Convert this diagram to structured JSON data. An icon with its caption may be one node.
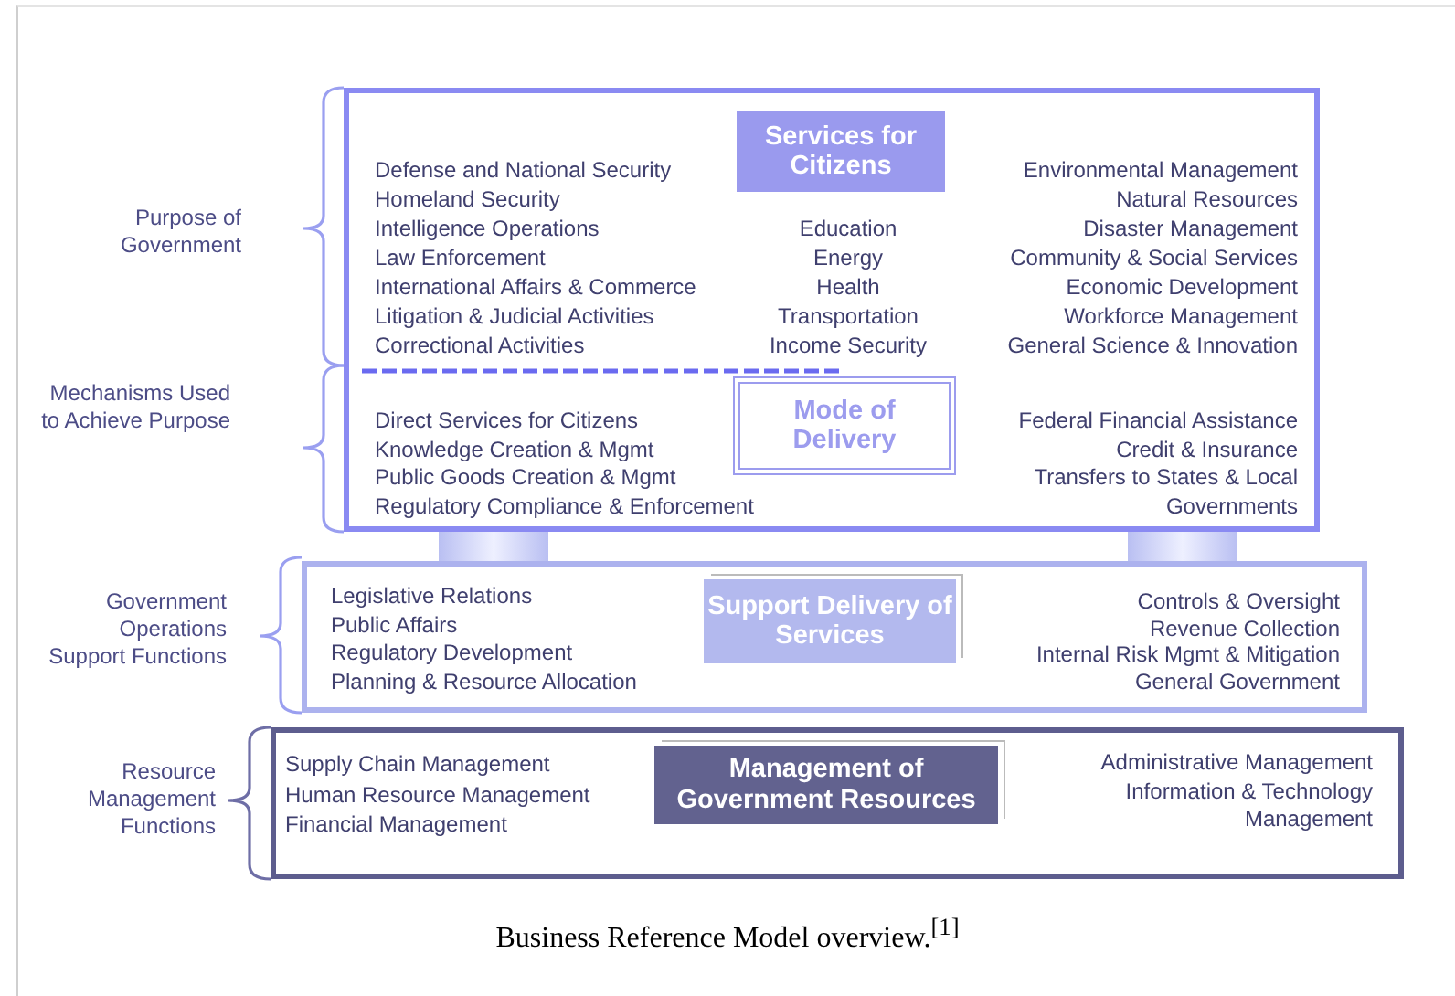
{
  "diagram": {
    "caption": "Business Reference Model overview.$^{[1]}$",
    "nodes": [
      {
        "text": [
          "Defense and National Security",
          "Homeland Security",
          "Intelligence Operations",
          "Law Enforcement",
          "International Affairs & Commerce",
          "Litigation & Judicial Activities",
          "Correctional Activities",
          "Education",
          "Energy",
          "Health",
          "Transportation",
          "Income Security",
          "Environmental Management",
          "Natural Resources",
          "Disaster Management",
          "Community & Social Services",
          "Economic Development",
          "Workforce Management",
          "General Science & Innovation",
          "Direct Services for Citizens",
          "Knowledge Creation & Mgmt",
          "Public Goods Creation & Mgmt",
          "Regulatory Compliance & Enforcement",
          "Federal Financial Assistance",
          "Credit & Insurance",
          "Transfers to States & Local Governments"
        ]
      },
      {
        "text": [
          "Services for Citizens"
        ],
        "in": 0
      },
      {
        "text": [
          "Mode of Delivery"
        ],
        "in": 0
      },
      {
        "text": [
          "Legislative Relations",
          "Public Affairs",
          "Regulatory Development",
          "Planning & Resource Allocation",
          "Controls & Oversight",
          "Revenue Collection",
          "Internal Risk Mgmt & Mitigation",
          "General Government"
        ]
      },
      {
        "text": [
          "Support Delivery of Services"
        ],
        "in": 3
      },
      {
        "text": [
          "Supply Chain Management",
          "Human Resource Management",
          "Financial Management",
          "Administrative Management",
          "Information & Technology Management"
        ]
      },
      {
        "text": [
          "Management of Government Resources"
        ],
        "in": 5
      }
    ],
    "labels": [
      "Purpose of Government",
      "Mechanisms Used to Achieve Purpose",
      "Government Operations Support Functions",
      "Resource Management Functions"
    ]
  }
}
